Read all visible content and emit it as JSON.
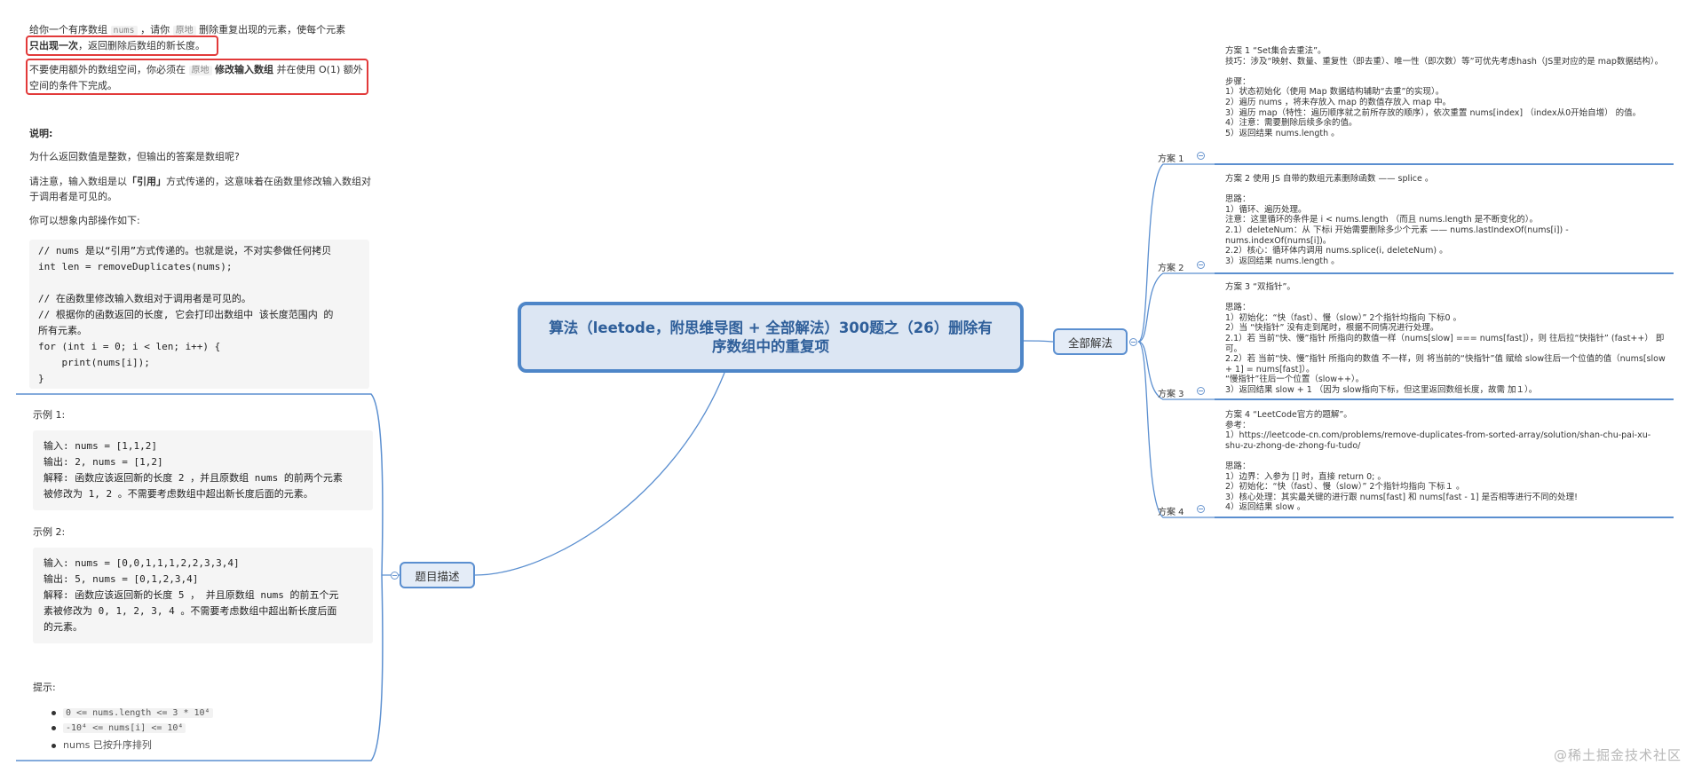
{
  "title": "算法（leetode，附思维导图 + 全部解法）300题之（26）删除有序数组中的重复项",
  "branches": {
    "left": "题目描述",
    "right": "全部解法"
  },
  "problem": {
    "p1_a": "给你一个有序数组",
    "p1_nums": "nums",
    "p1_b": "，请你",
    "p1_inplace": "原地",
    "p1_c": "删除重复出现的元素，使每个元素",
    "p1_bold": "只出现一次",
    "p1_d": "，返回删除后数组的新长度。",
    "p2_a": "不要使用额外的数组空间，你必须在",
    "p2_inplace": "原地",
    "p2_bold": "修改输入数组",
    "p2_b": "并在使用 O(1) 额外空间的条件下完成。",
    "explain_title": "说明:",
    "explain_q": "为什么返回数值是整数，但输出的答案是数组呢?",
    "explain_1a": "请注意，输入数组是以",
    "explain_1b": "「引用」",
    "explain_1c": "方式传递的，这意味着在函数里修改输入数组对于调用者是可见的。",
    "explain_2": "你可以想象内部操作如下:",
    "code": [
      "// nums 是以“引用”方式传递的。也就是说，不对实参做任何拷贝",
      "int len = removeDuplicates(nums);",
      "",
      "// 在函数里修改输入数组对于调用者是可见的。",
      "// 根据你的函数返回的长度, 它会打印出数组中 该长度范围内 的",
      "所有元素。",
      "for (int i = 0; i < len; i++) {",
      "    print(nums[i]);",
      "}"
    ],
    "ex1_title": "示例 1:",
    "ex1_lines": [
      "输入: nums = [1,1,2]",
      "输出: 2, nums = [1,2]",
      "解释: 函数应该返回新的长度 2 ，并且原数组 nums 的前两个元素",
      "被修改为 1, 2 。不需要考虑数组中超出新长度后面的元素。"
    ],
    "ex2_title": "示例 2:",
    "ex2_lines": [
      "输入: nums = [0,0,1,1,1,2,2,3,3,4]",
      "输出: 5, nums = [0,1,2,3,4]",
      "解释: 函数应该返回新的长度 5 ， 并且原数组 nums 的前五个元",
      "素被修改为 0, 1, 2, 3, 4 。不需要考虑数组中超出新长度后面",
      "的元素。"
    ],
    "hint_title": "提示:",
    "hints": [
      "0 <= nums.length <= 3 * 10⁴",
      "-10⁴ <= nums[i] <= 10⁴",
      "nums 已按升序排列"
    ]
  },
  "solutions": [
    {
      "label": "方案 1",
      "text": "方案 1 “Set集合去重法”。\n技巧：涉及“映射、数量、重复性（即去重）、唯一性（即次数）等”可优先考虑hash（JS里对应的是 map数据结构）。\n\n步骤：\n1）状态初始化（使用 Map 数据结构辅助“去重”的实现）。\n2）遍历 nums ，将未存放入 map 的数值存放入 map 中。\n3）遍历 map（特性：遍历顺序就之前所存放的顺序），依次重置 nums[index] （index从0开始自增） 的值。\n4）注意：需要删除后续多余的值。\n5）返回结果 nums.length 。"
    },
    {
      "label": "方案 2",
      "text": "方案 2 使用 JS 自带的数组元素删除函数 —— splice 。\n\n思路：\n1）循环、遍历处理。\n注意：这里循环的条件是 i < nums.length （而且 nums.length 是不断变化的）。\n2.1）deleteNum：从 下标i 开始需要删除多少个元素 —— nums.lastIndexOf(nums[i]) - nums.indexOf(nums[i])。\n2.2）核心：循环体内调用 nums.splice(i, deleteNum) 。\n3）返回结果 nums.length 。"
    },
    {
      "label": "方案 3",
      "text": "方案 3 “双指针”。\n\n思路：\n1）初始化：“快（fast）、慢（slow）” 2个指针均指向 下标0 。\n2）当 “快指针” 没有走到尾时，根据不同情况进行处理。\n2.1）若 当前“快、慢”指针 所指向的数值一样（nums[slow] === nums[fast]），则 往后拉“快指针” (fast++） 即可。\n2.2）若 当前“快、慢”指针 所指向的数值 不一样，则 将当前的“快指针”值 赋给 slow往后一个位值的值（nums[slow + 1] = nums[fast]）。\n“慢指针”往后一个位置（slow++）。\n3）返回结果 slow + 1 （因为 slow指向下标，但这里返回数组长度，故需 加１）。"
    },
    {
      "label": "方案 4",
      "text": "方案 4 “LeetCode官方的题解”。\n参考：\n1）https://leetcode-cn.com/problems/remove-duplicates-from-sorted-array/solution/shan-chu-pai-xu-shu-zu-zhong-de-zhong-fu-tudo/\n\n思路：\n1）边界：入参为 [] 时，直接 return 0; 。\n2）初始化：“快（fast）、慢（slow）” 2个指针均指向 下标１ 。\n3）核心处理：其实最关键的进行跟 nums[fast] 和 nums[fast - 1] 是否相等进行不同的处理!\n4）返回结果 slow 。"
    }
  ],
  "watermark": "@稀土掘金技术社区",
  "colors": {
    "node_border": "#5b8fd0",
    "node_fill": "#e4ecf7",
    "title_text": "#2f5f9a",
    "highlight_box": "#e23a3a"
  }
}
